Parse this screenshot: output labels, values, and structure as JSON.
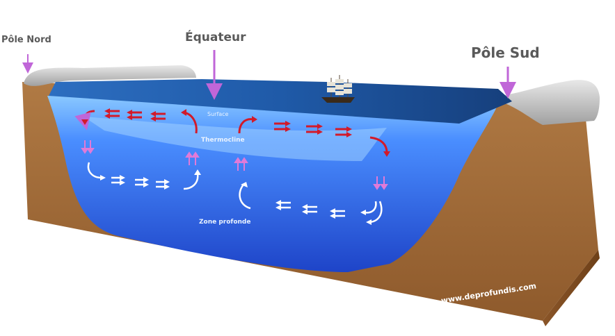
{
  "labels": {
    "north_pole": "Pôle Nord",
    "equator": "Équateur",
    "south_pole": "Pôle Sud",
    "surface": "Surface",
    "thermocline": "Thermocline",
    "deep_zone": "Zone profonde",
    "website": "www.deprofundis.com"
  },
  "colors": {
    "pole_marker": "#c066d8",
    "warm_current": "#d21a2a",
    "cold_current": "#ffffff",
    "vertical_current": "#e07ad8",
    "seafloor": "#a8723f",
    "ice": "#bfbfbf",
    "deep_water": "#2c5bd8",
    "surface_water": "#1a4b8a"
  }
}
